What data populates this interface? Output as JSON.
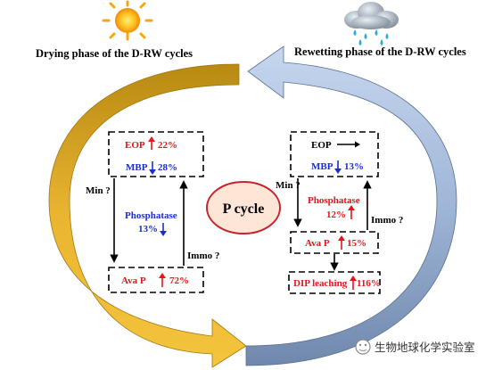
{
  "phases": {
    "drying_title": "Drying phase of the D-RW cycles",
    "rewetting_title": "Rewetting phase of the D-RW cycles"
  },
  "center": {
    "label": "P cycle"
  },
  "drying": {
    "eop": "EOP",
    "eop_value": "22%",
    "mbp": "MBP",
    "mbp_value": "28%",
    "phosphatase": "Phosphatase",
    "phosphatase_value": "13%",
    "avap": "Ava P",
    "avap_value": "72%",
    "min_label": "Min ?",
    "immo_label": "Immo ?"
  },
  "rewetting": {
    "eop": "EOP",
    "mbp": "MBP",
    "mbp_value": "13%",
    "phosphatase": "Phosphatase",
    "phosphatase_value": "12%",
    "avap": "Ava P",
    "avap_value": "15%",
    "dip": "DIP leaching",
    "dip_value": "116%",
    "min_label": "Min ?",
    "immo_label": "Immo ?"
  },
  "watermark": {
    "text": "生物地球化学实验室"
  },
  "icons": [
    "sun-icon",
    "rain-cloud-icon",
    "wechat-logo-icon"
  ],
  "colors": {
    "red": "#e8141b",
    "blue": "#1a2ecc",
    "gold": "#d9a21a",
    "steel": "#8ea6c8",
    "ellipse_fill": "#fde6d6",
    "ellipse_stroke": "#c8232b"
  }
}
